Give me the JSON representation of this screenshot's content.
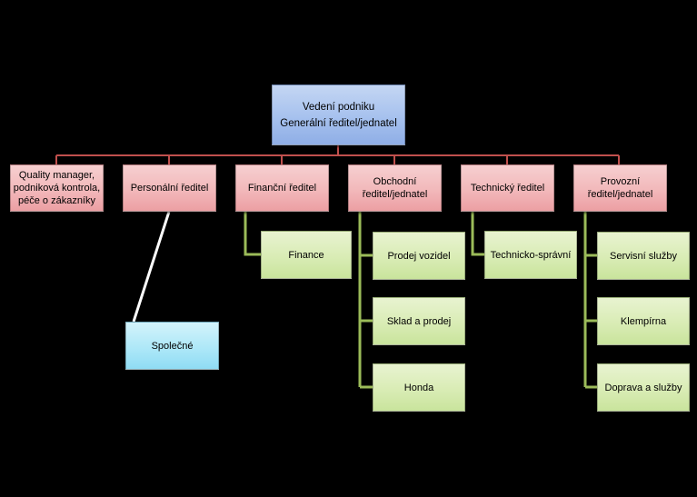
{
  "diagram": {
    "top": {
      "line1": "Vedení podniku",
      "line2": "Generální ředitel/jednatel"
    },
    "directors": [
      {
        "label": "Quality manager,\npodniková kontrola,\npéče o zákazníky"
      },
      {
        "label": "Personální ředitel"
      },
      {
        "label": "Finanční ředitel"
      },
      {
        "label": "Obchodní\nředitel/jednatel"
      },
      {
        "label": "Technický ředitel"
      },
      {
        "label": "Provozní\nředitel/jednatel"
      }
    ],
    "departments": {
      "personnel": [
        "Společné"
      ],
      "finance": [
        "Finance"
      ],
      "sales": [
        "Prodej vozidel",
        "Sklad a prodej",
        "Honda"
      ],
      "technical": [
        "Technicko-správní"
      ],
      "operations": [
        "Servisní služby",
        "Klempírna",
        "Doprava a služby"
      ]
    },
    "colors": {
      "background": "#000000",
      "top_box": "#a6c1ee",
      "director_box": "#f2b8ba",
      "department_box": "#d9ecb5",
      "personnel_box": "#aee8f8",
      "red_connector": "#c0504d",
      "green_connector": "#9bbb59",
      "white_connector": "#ffffff"
    }
  }
}
